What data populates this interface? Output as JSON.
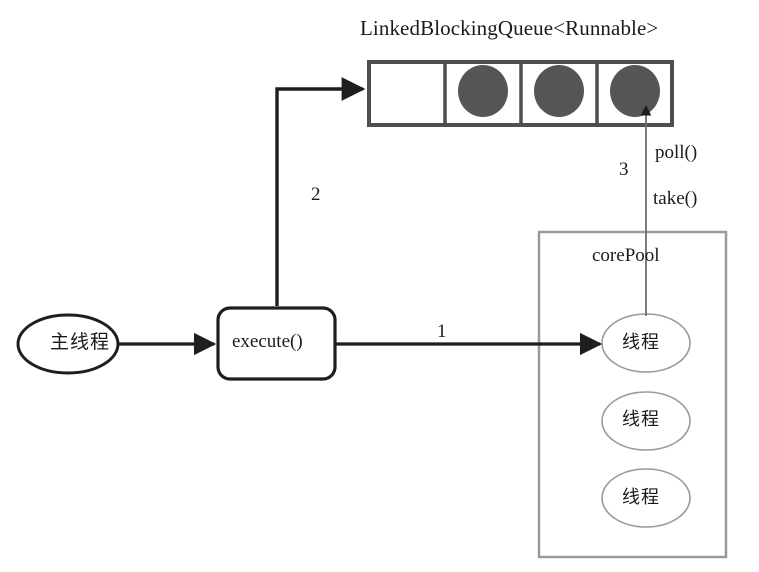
{
  "diagram": {
    "title_text": "LinkedBlockingQueue<Runnable>",
    "colors": {
      "stroke_dark": "#2b2b2b",
      "stroke_gray": "#8a8a8a",
      "task_fill": "#555555",
      "background": "#ffffff",
      "text": "#1a1a1a"
    },
    "queue": {
      "label": "LinkedBlockingQueue<Runnable>",
      "cell_count": 4,
      "cells": [
        {
          "name": "queue-cell-0",
          "occupied": false
        },
        {
          "name": "queue-cell-1",
          "occupied": true
        },
        {
          "name": "queue-cell-2",
          "occupied": true
        },
        {
          "name": "queue-cell-3",
          "occupied": true
        }
      ]
    },
    "main_thread": {
      "label": "主线程"
    },
    "execute": {
      "label": "execute()"
    },
    "core_pool": {
      "label": "corePool",
      "threads": [
        {
          "label": "线程"
        },
        {
          "label": "线程"
        },
        {
          "label": "线程"
        }
      ]
    },
    "edges": [
      {
        "id": "1",
        "label": "1",
        "from": "execute()",
        "to": "线程",
        "note": ""
      },
      {
        "id": "2",
        "label": "2",
        "from": "execute()",
        "to": "LinkedBlockingQueue<Runnable>",
        "note": ""
      },
      {
        "id": "3",
        "label": "3",
        "from": "LinkedBlockingQueue<Runnable>",
        "to": "线程",
        "note": "poll() / take()"
      }
    ],
    "annotations": {
      "poll": "poll()",
      "take": "take()"
    }
  }
}
